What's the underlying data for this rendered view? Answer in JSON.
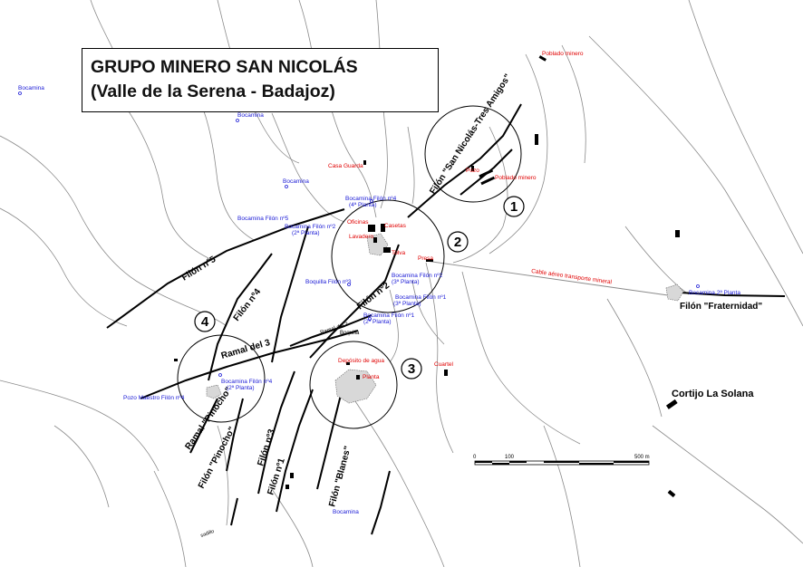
{
  "title": {
    "line1": "GRUPO MINERO SAN NICOLÁS",
    "line2": "(Valle de la Serena - Badajoz)"
  },
  "colors": {
    "mine_label": "#1a1ad6",
    "infrastructure_label": "#e00000",
    "vein": "#000000",
    "terrain": "#8a8a8a"
  },
  "zones": [
    "1",
    "2",
    "3",
    "4"
  ],
  "veins": {
    "san_nicolas": "Filón \"San Nicolás-Tres Amigos\"",
    "filon5": "Filón nº5",
    "filon4": "Filón nº4",
    "filon2": "Filón nº2",
    "filon3": "Filón nº3",
    "filon1": "Filón nº1",
    "blanes": "Filón \"Blanes\"",
    "pinocho": "Filón \"Pinocho\"",
    "ramal_pinocho": "Ramal \"Pinocho\"",
    "ramal3": "Ramal del 3",
    "ramal2": "Ramal del 2",
    "fraternidad": "Filón \"Fraternidad\""
  },
  "places": {
    "cortijo": "Cortijo La Solana"
  },
  "mine_labels": {
    "bocamina_nw": "Bocamina",
    "bocamina_top": "Bocamina",
    "bocamina_mid": "Bocamina",
    "bocamina_f5": "Bocamina Filón nº5",
    "bocamina_f4_4a_1": "Bocamina Filón nº4",
    "bocamina_f4_4a_2": "(4ª Planta)",
    "bocamina_f2_2a_1": "Bocamina Filón nº2",
    "bocamina_f2_2a_2": "(2ª Planta)",
    "boquilla_f3": "Boquilla Filón nº3",
    "bocamina_f2_3a_1": "Bocamina Filón nº2",
    "bocamina_f2_3a_2": "(3ª Planta)",
    "bocamina_f1_3a_1": "Bocamina Filón nº1",
    "bocamina_f1_3a_2": "(3ª Planta)",
    "bocamina_f1_2a_1": "Bocamina Filón nº1",
    "bocamina_f1_2a_2": "(2ª Planta)",
    "boquilla": "Boquilla",
    "bocamina_f4_2a_1": "Bocamina Filón nº4",
    "bocamina_f4_2a_2": "(2ª Planta)",
    "pozo_maestro": "Pozo Maestro Filón nº4",
    "bocamina_2a_planta": "Bocamina 2ª Planta",
    "bocamina_bottom": "Bocamina"
  },
  "infra_labels": {
    "poblado_top": "Poblado minero",
    "pozo": "Pozo",
    "poblado_mid": "Poblado minero",
    "casa_guarda": "Casa Guarda",
    "oficinas": "Oficinas",
    "casetas": "Casetas",
    "lavadero": "Lavadero",
    "tolva": "Tolva",
    "presa": "Presa",
    "cable": "Cable aéreo transporte mineral",
    "deposito": "Depósito de agua",
    "planta": "Planta",
    "cuartel": "Cuartel"
  },
  "scale": {
    "start": "0",
    "mid": "100",
    "end": "500 m"
  },
  "misc": {
    "cut_label": "sadillo"
  }
}
